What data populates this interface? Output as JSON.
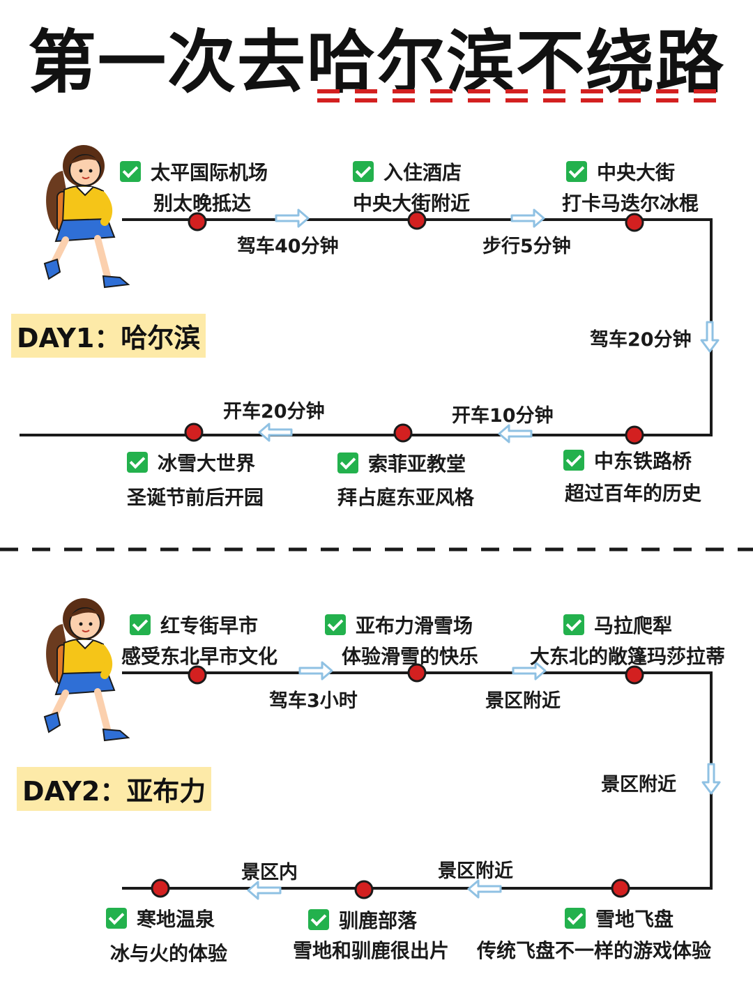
{
  "title": "第一次去哈尔滨不绕路",
  "colors": {
    "accent_red": "#d32020",
    "check_green": "#23b14d",
    "label_bg": "#fdeaa8",
    "arrow_blue": "#a8cfe8"
  },
  "day1": {
    "label": "DAY1：哈尔滨",
    "stops": [
      {
        "title": "太平国际机场",
        "sub": "别太晚抵达"
      },
      {
        "title": "入住酒店",
        "sub": "中央大街附近"
      },
      {
        "title": "中央大街",
        "sub": "打卡马迭尔冰棍"
      },
      {
        "title": "中东铁路桥",
        "sub": "超过百年的历史"
      },
      {
        "title": "索菲亚教堂",
        "sub": "拜占庭东亚风格"
      },
      {
        "title": "冰雪大世界",
        "sub": "圣诞节前后开园"
      }
    ],
    "travel": [
      "驾车40分钟",
      "步行5分钟",
      "驾车20分钟",
      "开车10分钟",
      "开车20分钟"
    ]
  },
  "day2": {
    "label": "DAY2：亚布力",
    "stops": [
      {
        "title": "红专街早市",
        "sub": "感受东北早市文化"
      },
      {
        "title": "亚布力滑雪场",
        "sub": "体验滑雪的快乐"
      },
      {
        "title": "马拉爬犁",
        "sub": "大东北的敞篷玛莎拉蒂"
      },
      {
        "title": "雪地飞盘",
        "sub": "传统飞盘不一样的游戏体验"
      },
      {
        "title": "驯鹿部落",
        "sub": "雪地和驯鹿很出片"
      },
      {
        "title": "寒地温泉",
        "sub": "冰与火的体验"
      }
    ],
    "travel": [
      "驾车3小时",
      "景区附近",
      "景区附近",
      "景区附近",
      "景区内"
    ]
  },
  "icons": {
    "check": "check-icon",
    "girl": "girl-illustration",
    "arrow": "arrow-icon"
  }
}
